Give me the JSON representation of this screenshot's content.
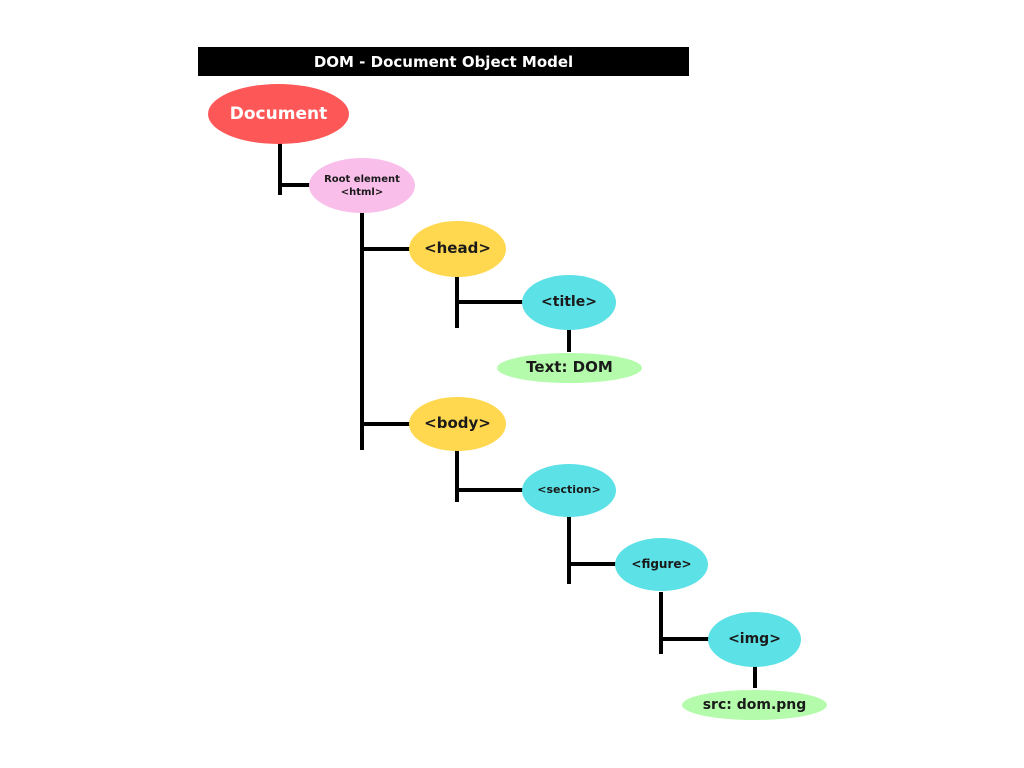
{
  "title": "DOM - Document Object Model",
  "colors": {
    "document": "#fe5757",
    "root": "#f9bfea",
    "yellow": "#ffd84f",
    "cyan": "#5ce1e6",
    "green": "#b4fcac",
    "line": "#000000"
  },
  "nodes": {
    "document": {
      "label": "Document"
    },
    "root": {
      "line1": "Root element",
      "line2": "<html>"
    },
    "head": {
      "label": "<head>"
    },
    "title": {
      "label": "<title>"
    },
    "text_dom": {
      "label": "Text: DOM"
    },
    "body": {
      "label": "<body>"
    },
    "section": {
      "label": "<section>"
    },
    "figure": {
      "label": "<figure>"
    },
    "img": {
      "label": "<img>"
    },
    "src": {
      "label": "src: dom.png"
    }
  }
}
